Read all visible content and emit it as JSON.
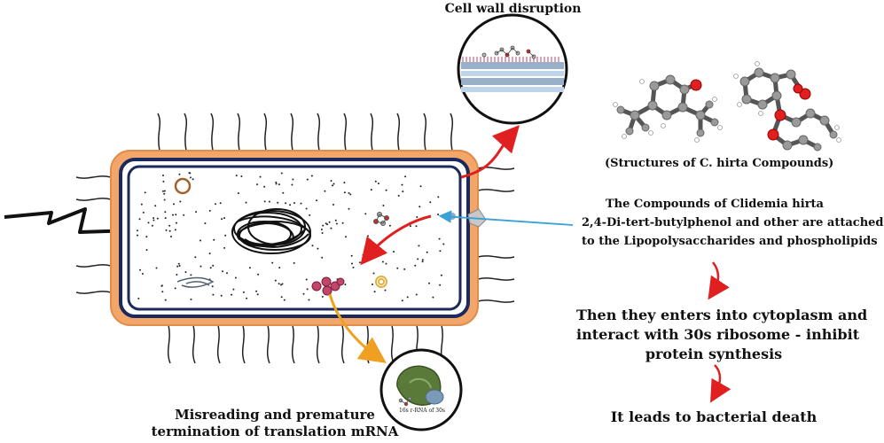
{
  "labels": {
    "cell_wall_disruption": "Cell wall disruption",
    "structures_caption": "(Structures of C. hirta Compounds)",
    "compounds_line1": "The Compounds of Clidemia hirta",
    "compounds_line2": "2,4-Di-tert-butylphenol and other are attached",
    "compounds_line3": "to the Lipopolysaccharides and phospholipids",
    "cytoplasm_line1": "Then they enters into cytoplasm and",
    "cytoplasm_line2": "interact with 30s ribosome - inhibit",
    "cytoplasm_line3": "protein synthesis",
    "bacterial_death": "It leads to bacterial death",
    "misreading_line1": "Misreading and premature",
    "misreading_line2": "termination of translation mRNA",
    "ribosome_caption": "16s r-RNA of 30s"
  },
  "colors": {
    "capsule": "#f2a66a",
    "membrane": "#1b2a5c",
    "cytoplasm": "#ffffff",
    "red_arrow": "#e02020",
    "orange_arrow": "#f0a020",
    "blue_arrow": "#3aa0d8",
    "ribosome_green": "#5a7a3a",
    "oxygen": "#e02020",
    "carbon": "#9a9a9a"
  }
}
